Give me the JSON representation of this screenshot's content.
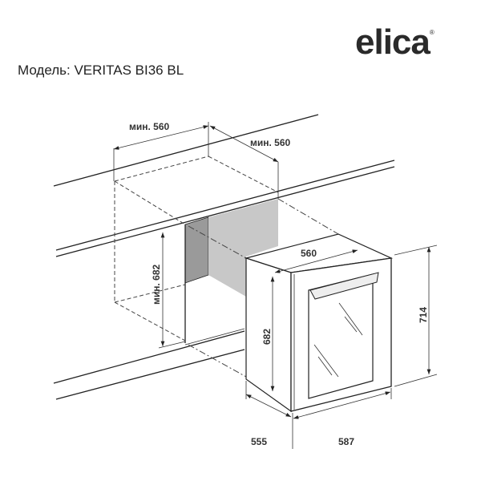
{
  "brand": {
    "logo_text": "elica",
    "registered_mark": "®"
  },
  "model_label": "Модель: VERITAS BI36 BL",
  "dimensions": {
    "niche_width": "мин. 560",
    "niche_depth": "мин. 560",
    "niche_height": "мин. 682",
    "appliance_width_top": "560",
    "appliance_height_body": "682",
    "appliance_height_total": "714",
    "appliance_depth": "555",
    "appliance_width_front": "587"
  },
  "colors": {
    "line": "#222222",
    "panel_dark": "#9a9a9a",
    "panel_light": "#c8c8c8"
  }
}
